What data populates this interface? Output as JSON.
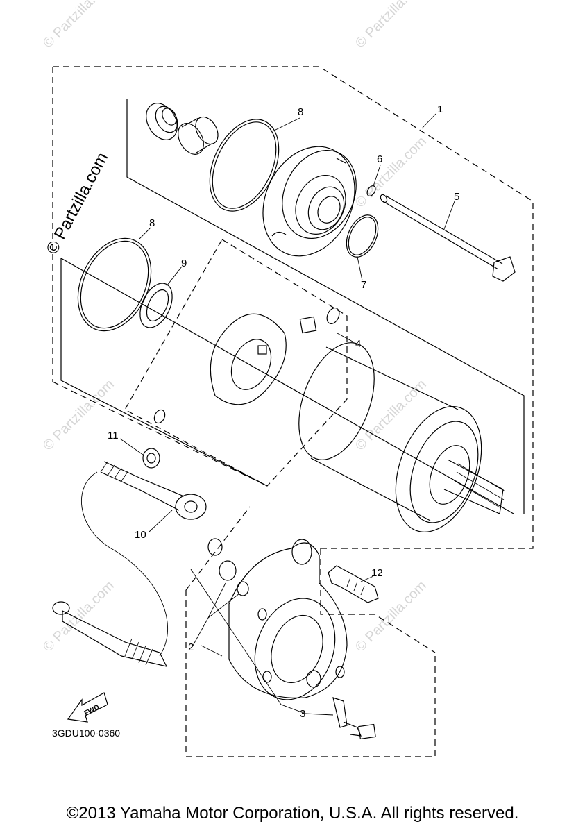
{
  "diagram": {
    "callouts": {
      "c1": "1",
      "c2": "2",
      "c3": "3",
      "c4": "4",
      "c5": "5",
      "c6": "6",
      "c7": "7",
      "c8a": "8",
      "c8b": "8",
      "c9": "9",
      "c10": "10",
      "c11": "11",
      "c12": "12"
    },
    "diagram_code": "3GDU100-0360",
    "fwd_label": "FWD"
  },
  "watermark": {
    "main": "© Partzilla.com",
    "repeat": "© Partzilla.com"
  },
  "footer": {
    "copyright": "©2013 Yamaha Motor Corporation, U.S.A. All rights reserved."
  }
}
